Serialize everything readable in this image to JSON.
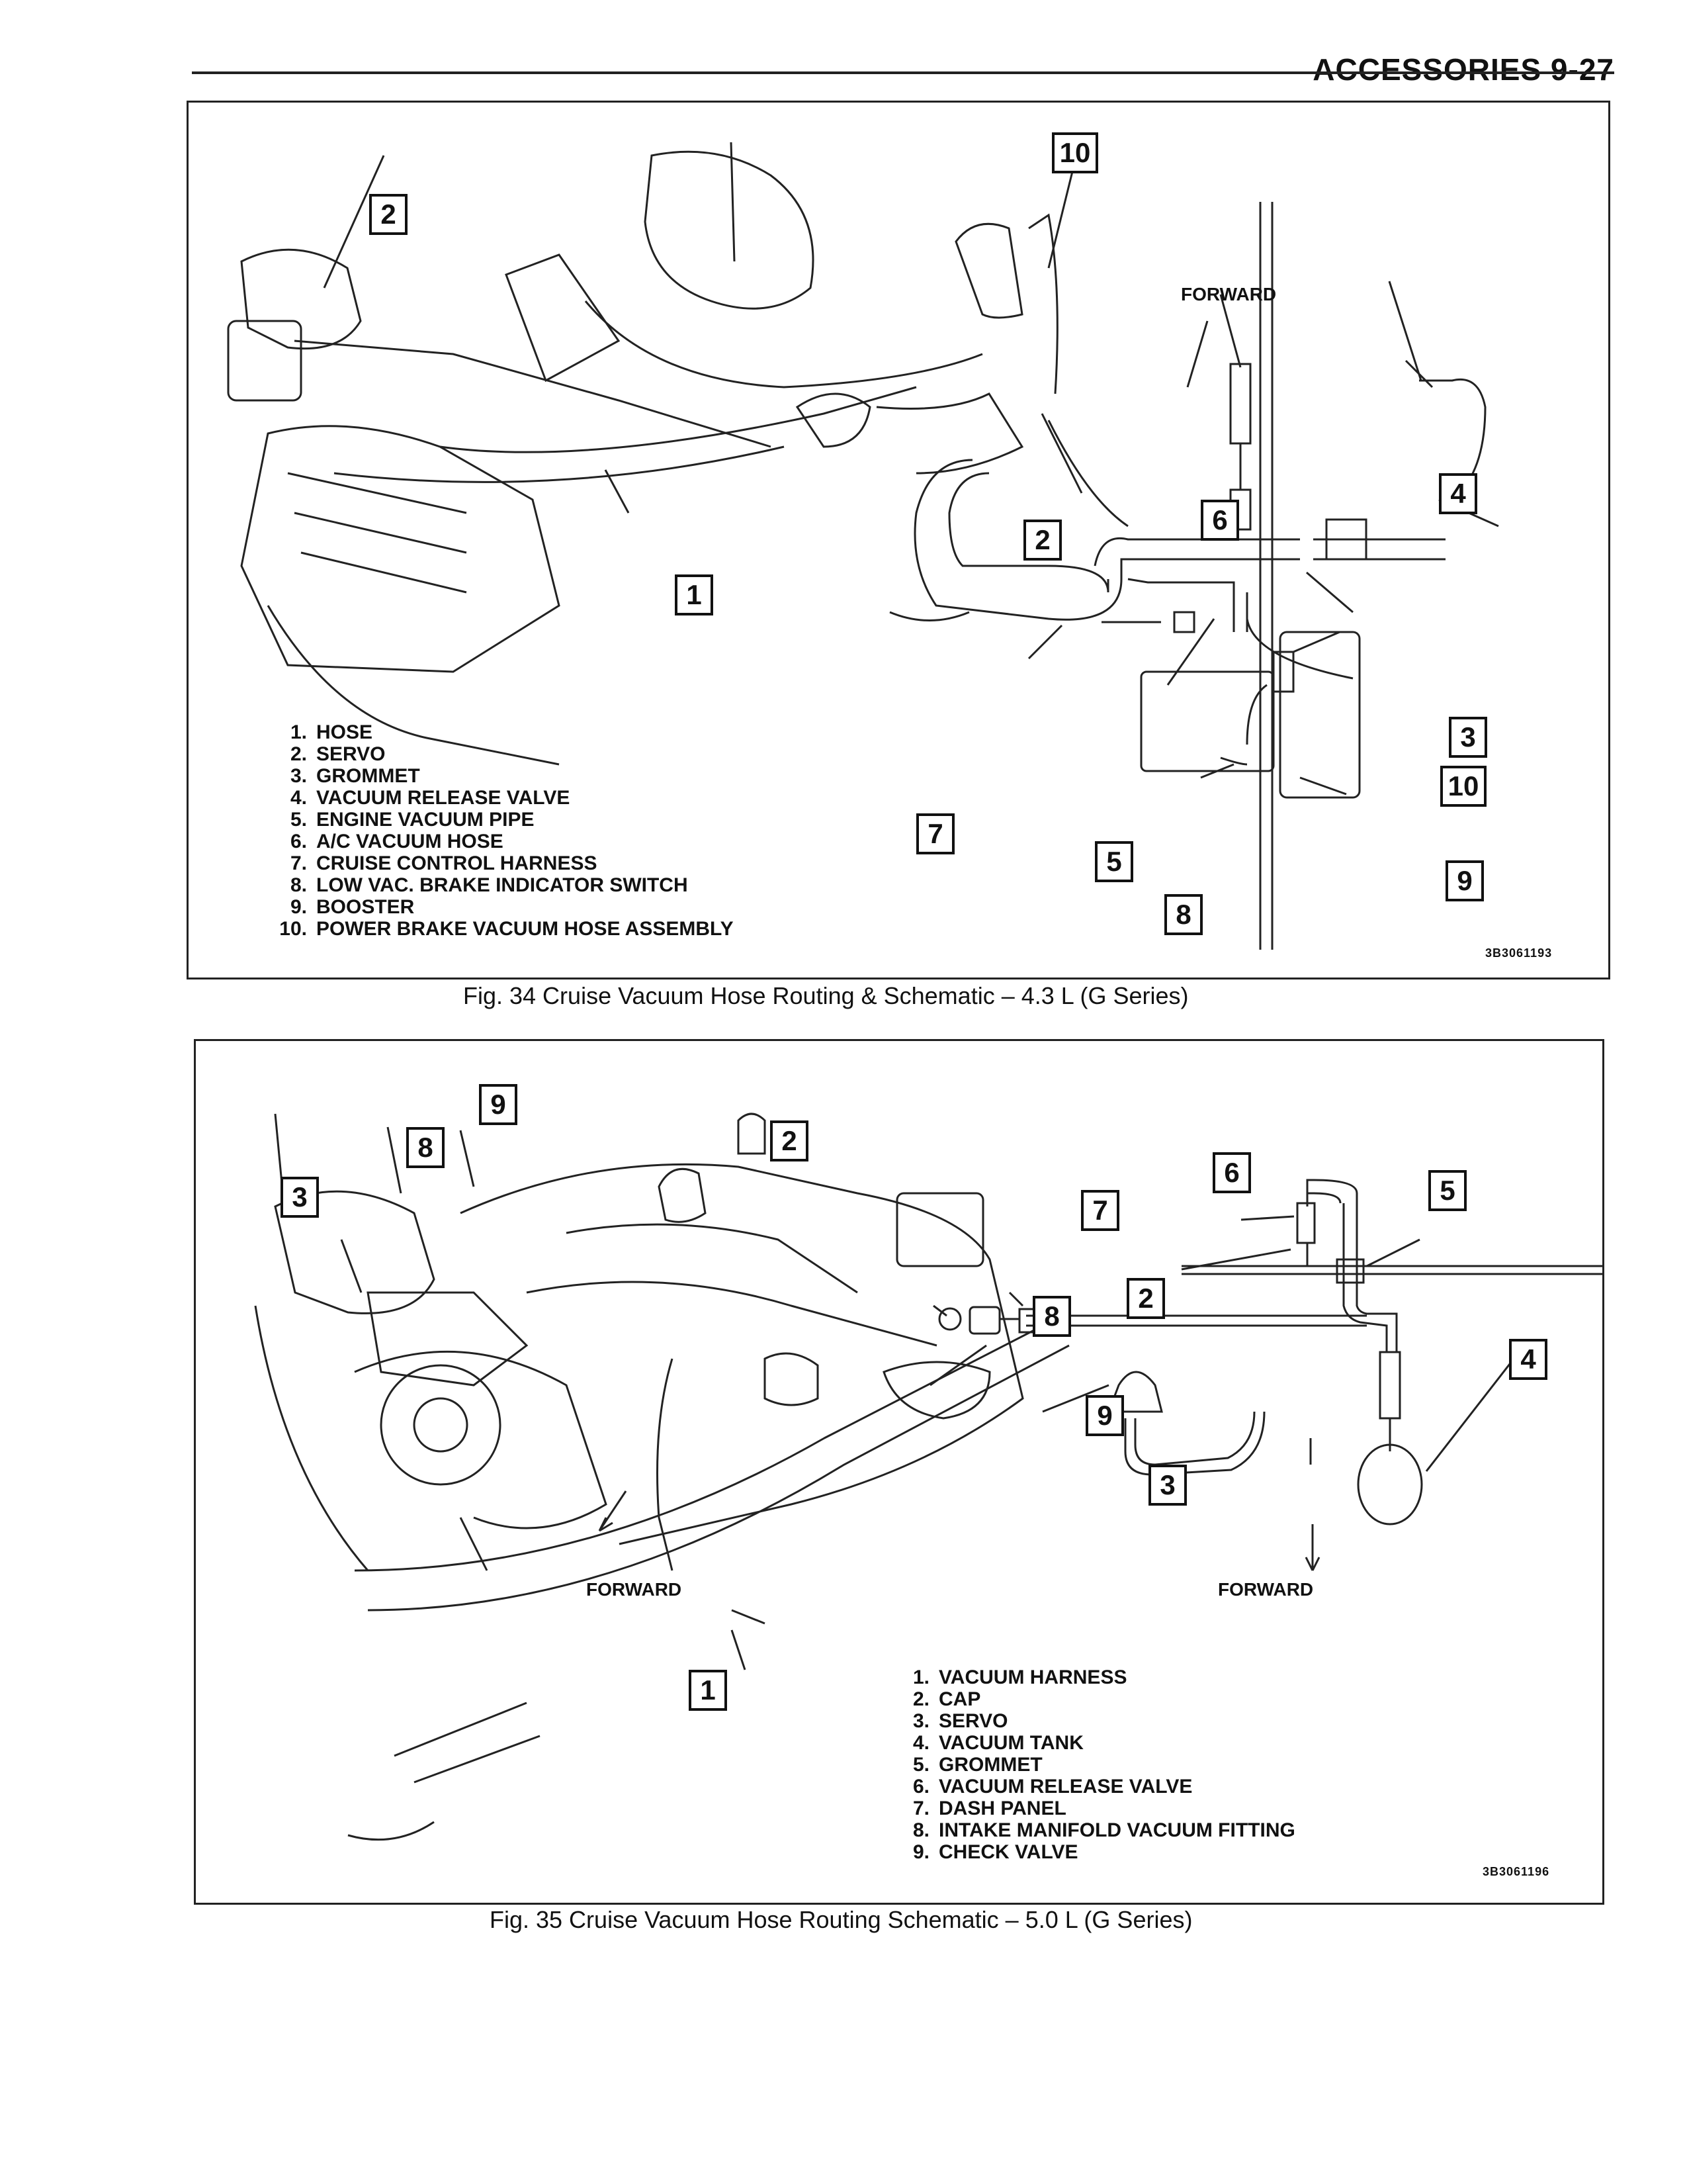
{
  "header": {
    "section": "ACCESSORIES 9-27"
  },
  "fig34": {
    "caption": "Fig. 34 Cruise Vacuum Hose Routing & Schematic – 4.3 L (G Series)",
    "forward_label": "FORWARD",
    "code": "3B3061193",
    "legend": [
      {
        "num": "1.",
        "text": "HOSE"
      },
      {
        "num": "2.",
        "text": "SERVO"
      },
      {
        "num": "3.",
        "text": "GROMMET"
      },
      {
        "num": "4.",
        "text": "VACUUM RELEASE VALVE"
      },
      {
        "num": "5.",
        "text": "ENGINE VACUUM PIPE"
      },
      {
        "num": "6.",
        "text": "A/C VACUUM HOSE"
      },
      {
        "num": "7.",
        "text": "CRUISE CONTROL HARNESS"
      },
      {
        "num": "8.",
        "text": "LOW VAC. BRAKE INDICATOR SWITCH"
      },
      {
        "num": "9.",
        "text": "BOOSTER"
      },
      {
        "num": "10.",
        "text": "POWER BRAKE VACUUM HOSE ASSEMBLY"
      }
    ],
    "callouts": [
      "2",
      "10",
      "1",
      "2",
      "6",
      "4",
      "3",
      "10",
      "7",
      "5",
      "9",
      "8"
    ]
  },
  "fig35": {
    "caption": "Fig. 35 Cruise Vacuum Hose Routing Schematic – 5.0 L (G Series)",
    "forward_label_left": "FORWARD",
    "forward_label_right": "FORWARD",
    "code": "3B3061196",
    "legend": [
      {
        "num": "1.",
        "text": "VACUUM HARNESS"
      },
      {
        "num": "2.",
        "text": "CAP"
      },
      {
        "num": "3.",
        "text": "SERVO"
      },
      {
        "num": "4.",
        "text": "VACUUM TANK"
      },
      {
        "num": "5.",
        "text": "GROMMET"
      },
      {
        "num": "6.",
        "text": "VACUUM RELEASE VALVE"
      },
      {
        "num": "7.",
        "text": "DASH PANEL"
      },
      {
        "num": "8.",
        "text": "INTAKE MANIFOLD VACUUM FITTING"
      },
      {
        "num": "9.",
        "text": "CHECK VALVE"
      }
    ],
    "callouts": [
      "3",
      "8",
      "9",
      "2",
      "1",
      "6",
      "5",
      "7",
      "8",
      "2",
      "9",
      "4",
      "3"
    ]
  }
}
